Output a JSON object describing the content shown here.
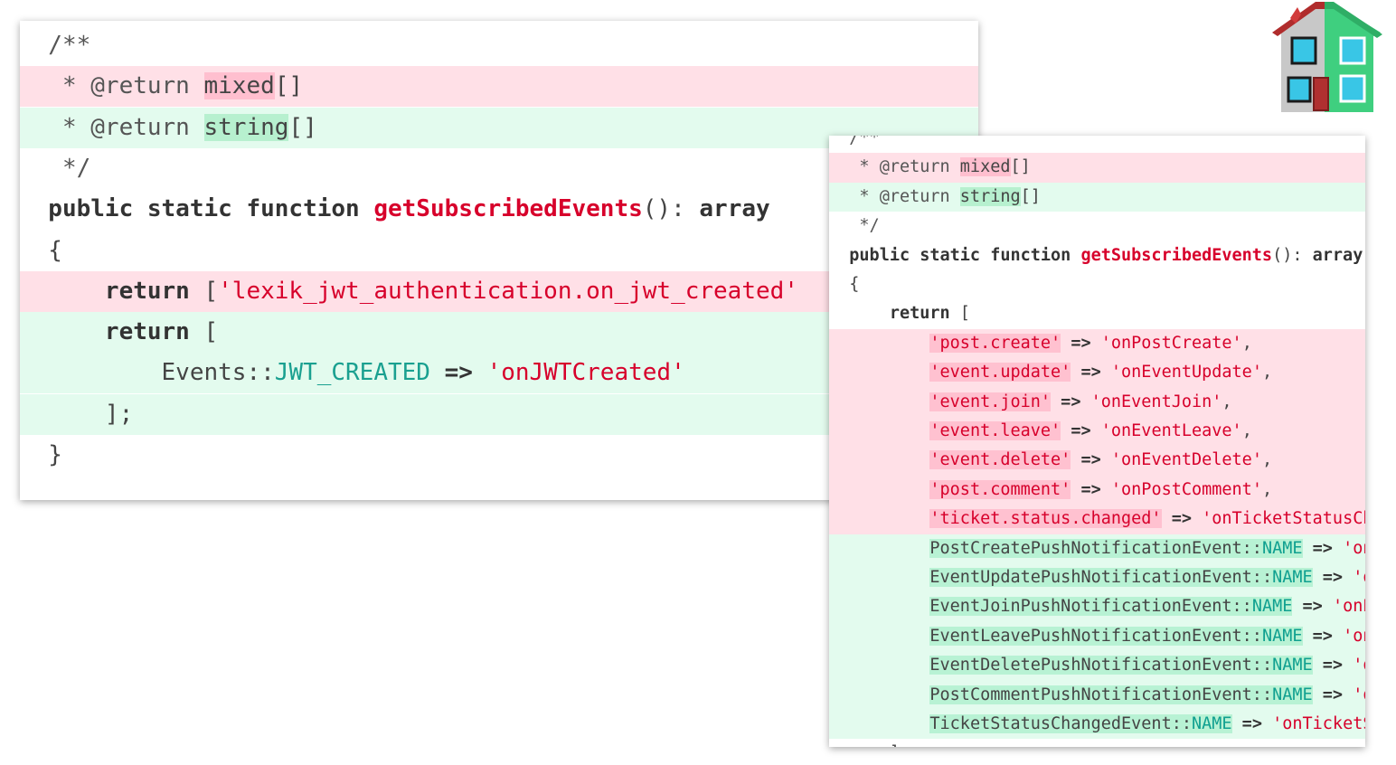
{
  "left": {
    "lines": [
      {
        "type": "ctx",
        "text": "  /**"
      },
      {
        "type": "del",
        "pre": "   * @return ",
        "hl": "mixed",
        "post": "[]"
      },
      {
        "type": "add",
        "pre": "   * @return ",
        "hl": "string",
        "post": "[]"
      },
      {
        "type": "ctx",
        "text": "   */"
      },
      {
        "type": "ctx",
        "kw": "  public static function ",
        "fn": "getSubscribedEvents",
        "post": "(): ",
        "kw2": "array"
      },
      {
        "type": "ctx",
        "text": "  {"
      },
      {
        "type": "del",
        "kw": "      return ",
        "post": "[",
        "str": "'lexik_jwt_authentication.on_jwt_created'"
      },
      {
        "type": "add",
        "kw": "      return ",
        "post": "["
      },
      {
        "type": "add",
        "text": "          Events::",
        "const": "JWT_CREATED",
        "op": " => ",
        "str": "'onJWTCreated'"
      },
      {
        "type": "add",
        "text": "      ];"
      },
      {
        "type": "ctx",
        "text": "  }"
      }
    ]
  },
  "right": {
    "lines": [
      {
        "type": "ctx",
        "text": "  /**"
      },
      {
        "type": "del",
        "pre": "   * @return ",
        "hl": "mixed",
        "post": "[]"
      },
      {
        "type": "add",
        "pre": "   * @return ",
        "hl": "string",
        "post": "[]"
      },
      {
        "type": "ctx",
        "text": "   */"
      },
      {
        "type": "ctx",
        "kw": "  public static function ",
        "fn": "getSubscribedEvents",
        "post": "(): ",
        "kw2": "array"
      },
      {
        "type": "ctx",
        "text": "  {"
      },
      {
        "type": "ctx",
        "kw": "      return ",
        "post": "["
      },
      {
        "type": "del",
        "key": "'post.create'",
        "op": " => ",
        "val": "'onPostCreate'",
        "end": ","
      },
      {
        "type": "del",
        "key": "'event.update'",
        "op": " => ",
        "val": "'onEventUpdate'",
        "end": ","
      },
      {
        "type": "del",
        "key": "'event.join'",
        "op": " => ",
        "val": "'onEventJoin'",
        "end": ","
      },
      {
        "type": "del",
        "key": "'event.leave'",
        "op": " => ",
        "val": "'onEventLeave'",
        "end": ","
      },
      {
        "type": "del",
        "key": "'event.delete'",
        "op": " => ",
        "val": "'onEventDelete'",
        "end": ","
      },
      {
        "type": "del",
        "key": "'post.comment'",
        "op": " => ",
        "val": "'onPostComment'",
        "end": ","
      },
      {
        "type": "del",
        "key": "'ticket.status.changed'",
        "op": " => ",
        "val": "'onTicketStatusChanged'",
        "end": ","
      },
      {
        "type": "add",
        "cls": "PostCreatePushNotificationEvent::",
        "const": "NAME",
        "op": " => ",
        "val": "'onPostCreate'"
      },
      {
        "type": "add",
        "cls": "EventUpdatePushNotificationEvent::",
        "const": "NAME",
        "op": " => ",
        "val": "'onEventUpdate'"
      },
      {
        "type": "add",
        "cls": "EventJoinPushNotificationEvent::",
        "const": "NAME",
        "op": " => ",
        "val": "'onEventJoin'"
      },
      {
        "type": "add",
        "cls": "EventLeavePushNotificationEvent::",
        "const": "NAME",
        "op": " => ",
        "val": "'onEventLeave'"
      },
      {
        "type": "add",
        "cls": "EventDeletePushNotificationEvent::",
        "const": "NAME",
        "op": " => ",
        "val": "'onEventDelete'"
      },
      {
        "type": "add",
        "cls": "PostCommentPushNotificationEvent::",
        "const": "NAME",
        "op": " => ",
        "val": "'onPostComment'"
      },
      {
        "type": "add",
        "cls": "TicketStatusChangedEvent::",
        "const": "NAME",
        "op": " => ",
        "val": "'onTicketStatusChanged'"
      },
      {
        "type": "ctx",
        "text": "      ];"
      }
    ]
  },
  "logo": {
    "icon": "house-icon",
    "colors": {
      "left": "#c8c8c8",
      "right": "#3fcf7f",
      "roof": "#b03030",
      "window": "#39c6e6"
    }
  }
}
